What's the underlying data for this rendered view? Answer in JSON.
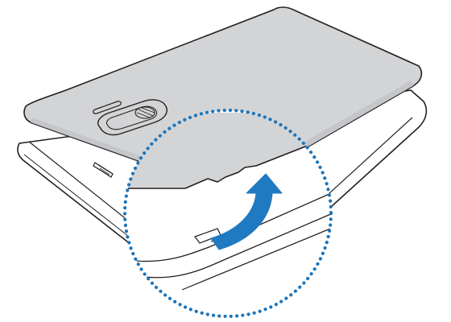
{
  "illustration": {
    "subject": "smartphone",
    "step": "remove-back-cover",
    "elements": [
      "phone-body",
      "back-cover",
      "camera-module",
      "speaker-grille",
      "magnifier-inset",
      "lift-arrow"
    ],
    "colors": {
      "background": "#ffffff",
      "outline": "#231f20",
      "cover_fill": "#d3d4d6",
      "cover_shade": "#c4c6c9",
      "accent": "#1f7ac1",
      "inset_border": "#1b75bb"
    }
  }
}
